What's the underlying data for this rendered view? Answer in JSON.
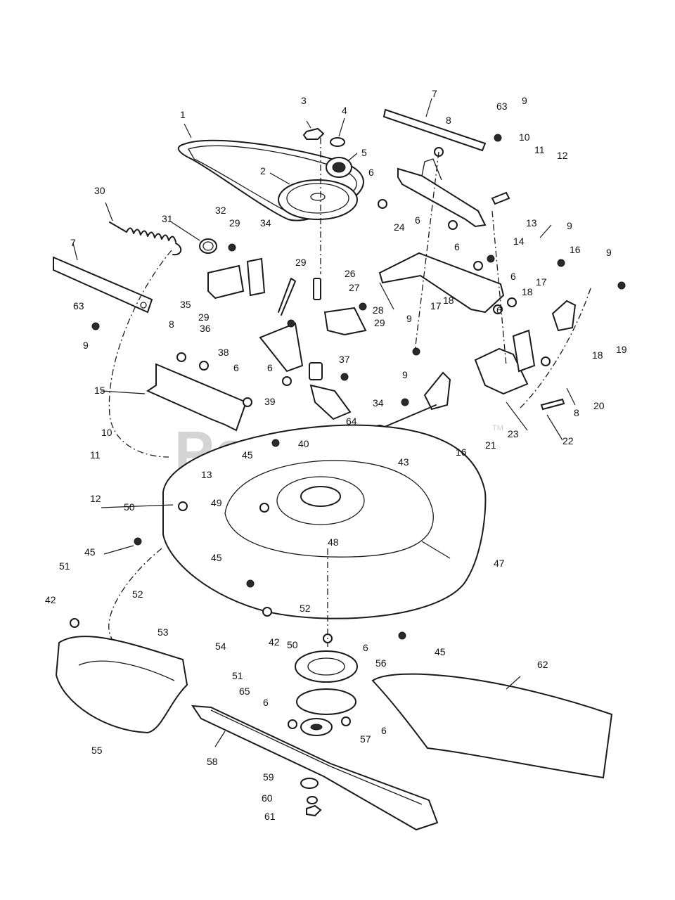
{
  "watermark": {
    "text": "PartsTree",
    "trademark": "TM"
  },
  "callouts": [
    {
      "id": "c1",
      "label": "1"
    },
    {
      "id": "c2",
      "label": "2"
    },
    {
      "id": "c3",
      "label": "3"
    },
    {
      "id": "c4",
      "label": "4"
    },
    {
      "id": "c5",
      "label": "5"
    },
    {
      "id": "c6a",
      "label": "6"
    },
    {
      "id": "c6b",
      "label": "6"
    },
    {
      "id": "c6c",
      "label": "6"
    },
    {
      "id": "c6d",
      "label": "6"
    },
    {
      "id": "c6e",
      "label": "6"
    },
    {
      "id": "c6f",
      "label": "6"
    },
    {
      "id": "c6g",
      "label": "6"
    },
    {
      "id": "c6h",
      "label": "6"
    },
    {
      "id": "c6i",
      "label": "6"
    },
    {
      "id": "c6j",
      "label": "6"
    },
    {
      "id": "c7a",
      "label": "7"
    },
    {
      "id": "c7b",
      "label": "7"
    },
    {
      "id": "c8a",
      "label": "8"
    },
    {
      "id": "c8b",
      "label": "8"
    },
    {
      "id": "c8c",
      "label": "8"
    },
    {
      "id": "c9a",
      "label": "9"
    },
    {
      "id": "c9b",
      "label": "9"
    },
    {
      "id": "c9c",
      "label": "9"
    },
    {
      "id": "c9d",
      "label": "9"
    },
    {
      "id": "c9e",
      "label": "9"
    },
    {
      "id": "c9f",
      "label": "9"
    },
    {
      "id": "c10a",
      "label": "10"
    },
    {
      "id": "c10b",
      "label": "10"
    },
    {
      "id": "c11a",
      "label": "11"
    },
    {
      "id": "c11b",
      "label": "11"
    },
    {
      "id": "c12a",
      "label": "12"
    },
    {
      "id": "c12b",
      "label": "12"
    },
    {
      "id": "c13a",
      "label": "13"
    },
    {
      "id": "c13b",
      "label": "13"
    },
    {
      "id": "c14",
      "label": "14"
    },
    {
      "id": "c15",
      "label": "15"
    },
    {
      "id": "c16a",
      "label": "16"
    },
    {
      "id": "c16b",
      "label": "16"
    },
    {
      "id": "c17a",
      "label": "17"
    },
    {
      "id": "c17b",
      "label": "17"
    },
    {
      "id": "c18a",
      "label": "18"
    },
    {
      "id": "c18b",
      "label": "18"
    },
    {
      "id": "c18c",
      "label": "18"
    },
    {
      "id": "c19",
      "label": "19"
    },
    {
      "id": "c20",
      "label": "20"
    },
    {
      "id": "c21",
      "label": "21"
    },
    {
      "id": "c22",
      "label": "22"
    },
    {
      "id": "c23",
      "label": "23"
    },
    {
      "id": "c24",
      "label": "24"
    },
    {
      "id": "c26",
      "label": "26"
    },
    {
      "id": "c27",
      "label": "27"
    },
    {
      "id": "c28",
      "label": "28"
    },
    {
      "id": "c29a",
      "label": "29"
    },
    {
      "id": "c29b",
      "label": "29"
    },
    {
      "id": "c29c",
      "label": "29"
    },
    {
      "id": "c29d",
      "label": "29"
    },
    {
      "id": "c30",
      "label": "30"
    },
    {
      "id": "c31",
      "label": "31"
    },
    {
      "id": "c32",
      "label": "32"
    },
    {
      "id": "c34a",
      "label": "34"
    },
    {
      "id": "c34b",
      "label": "34"
    },
    {
      "id": "c35",
      "label": "35"
    },
    {
      "id": "c36",
      "label": "36"
    },
    {
      "id": "c37",
      "label": "37"
    },
    {
      "id": "c38",
      "label": "38"
    },
    {
      "id": "c39",
      "label": "39"
    },
    {
      "id": "c40",
      "label": "40"
    },
    {
      "id": "c42a",
      "label": "42"
    },
    {
      "id": "c42b",
      "label": "42"
    },
    {
      "id": "c43",
      "label": "43"
    },
    {
      "id": "c45a",
      "label": "45"
    },
    {
      "id": "c45b",
      "label": "45"
    },
    {
      "id": "c45c",
      "label": "45"
    },
    {
      "id": "c45d",
      "label": "45"
    },
    {
      "id": "c47",
      "label": "47"
    },
    {
      "id": "c48",
      "label": "48"
    },
    {
      "id": "c49",
      "label": "49"
    },
    {
      "id": "c50a",
      "label": "50"
    },
    {
      "id": "c50b",
      "label": "50"
    },
    {
      "id": "c51a",
      "label": "51"
    },
    {
      "id": "c51b",
      "label": "51"
    },
    {
      "id": "c52a",
      "label": "52"
    },
    {
      "id": "c52b",
      "label": "52"
    },
    {
      "id": "c53",
      "label": "53"
    },
    {
      "id": "c54",
      "label": "54"
    },
    {
      "id": "c55",
      "label": "55"
    },
    {
      "id": "c56",
      "label": "56"
    },
    {
      "id": "c57",
      "label": "57"
    },
    {
      "id": "c58",
      "label": "58"
    },
    {
      "id": "c59",
      "label": "59"
    },
    {
      "id": "c60",
      "label": "60"
    },
    {
      "id": "c61",
      "label": "61"
    },
    {
      "id": "c62",
      "label": "62"
    },
    {
      "id": "c63a",
      "label": "63"
    },
    {
      "id": "c63b",
      "label": "63"
    },
    {
      "id": "c64",
      "label": "64"
    },
    {
      "id": "c65",
      "label": "65"
    }
  ]
}
